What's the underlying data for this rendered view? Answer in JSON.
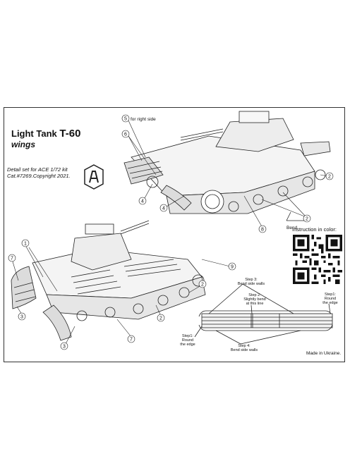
{
  "header": {
    "title_prefix": "Light Tank",
    "title_model": "T-60",
    "subtitle": "wings"
  },
  "info": {
    "detail_line1": "Detail set for ACE 1/72 kit",
    "detail_line2": "Cat.#7269.Copyright 2021."
  },
  "callouts": {
    "part5_note": "for right side",
    "bend": "Bend"
  },
  "part_numbers": [
    "1",
    "2",
    "3",
    "4",
    "5",
    "6",
    "7",
    "8",
    "9"
  ],
  "qr": {
    "label": "Instruction in color:"
  },
  "steps": {
    "step3_title": "Step 3:",
    "step3_text": "Bend side walls",
    "step2_title": "Step 2:",
    "step2_text1": "Slightly bend",
    "step2_text2": "at this line",
    "step1r_title": "Step1:",
    "step1r_text1": "Round",
    "step1r_text2": "the edge",
    "step1l_title": "Step1:",
    "step1l_text1": "Round",
    "step1l_text2": "the edge",
    "step4_title": "Step 4:",
    "step4_text": "Bend side walls"
  },
  "footer": {
    "made_in": "Made in Ukraine."
  },
  "colors": {
    "line": "#222222",
    "paper": "#ffffff",
    "shade": "#bdbdbd"
  }
}
